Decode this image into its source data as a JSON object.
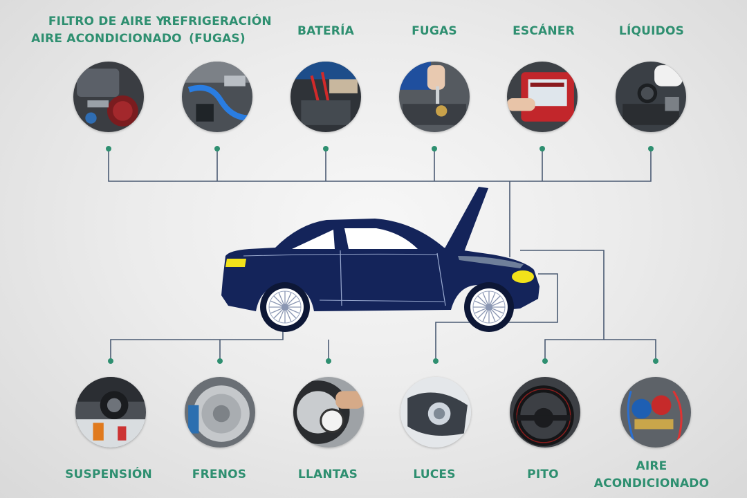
{
  "top_items": [
    {
      "line1": "FILTRO DE AIRE Y",
      "line2": "AIRE ACONDICIONADO",
      "icon": "air-filter-photo"
    },
    {
      "line1": "REFRIGERACIÓN",
      "line2": "(FUGAS)",
      "icon": "coolant-hose-photo"
    },
    {
      "line1": "BATERÍA",
      "line2": "",
      "icon": "battery-photo"
    },
    {
      "line1": "FUGAS",
      "line2": "",
      "icon": "leak-check-photo"
    },
    {
      "line1": "ESCÁNER",
      "line2": "",
      "icon": "diagnostic-scanner-photo"
    },
    {
      "line1": "LÍQUIDOS",
      "line2": "",
      "icon": "fluids-photo"
    }
  ],
  "bottom_items": [
    {
      "line1": "SUSPENSIÓN",
      "line2": "",
      "icon": "suspension-photo"
    },
    {
      "line1": "FRENOS",
      "line2": "",
      "icon": "brake-disc-photo"
    },
    {
      "line1": "LLANTAS",
      "line2": "",
      "icon": "tire-gauge-photo"
    },
    {
      "line1": "LUCES",
      "line2": "",
      "icon": "headlight-photo"
    },
    {
      "line1": "PITO",
      "line2": "",
      "icon": "steering-wheel-photo"
    },
    {
      "line1": "AIRE",
      "line2": "ACONDICIONADO",
      "icon": "ac-gauges-photo"
    }
  ],
  "colors": {
    "label": "#2e8f70",
    "connector": "#4a5a72",
    "dot": "#2e8f70",
    "car_body": "#14245a",
    "headlight": "#f2e21a"
  }
}
